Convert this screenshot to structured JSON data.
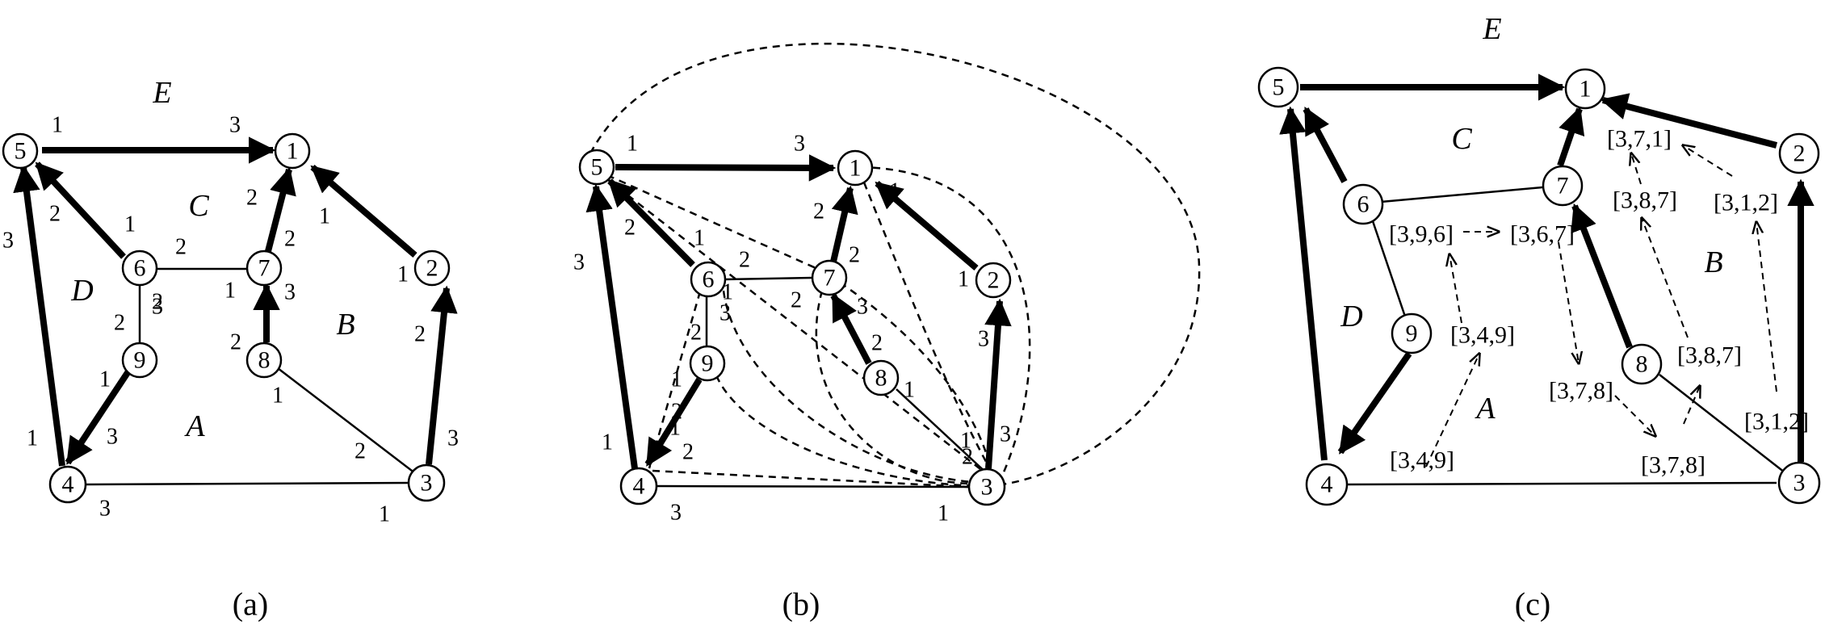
{
  "panels": [
    {
      "id": "a",
      "caption": "(a)",
      "nodes": [
        "5",
        "1",
        "6",
        "7",
        "2",
        "9",
        "8",
        "4",
        "3"
      ],
      "faces": [
        "E",
        "C",
        "D",
        "B",
        "A"
      ],
      "edge_labels": [
        "1",
        "3",
        "2",
        "1",
        "2",
        "2",
        "2",
        "3",
        "1",
        "1",
        "3",
        "2",
        "3",
        "2",
        "1",
        "2",
        "1",
        "1",
        "2",
        "1",
        "3",
        "2",
        "3",
        "3",
        "1"
      ]
    },
    {
      "id": "b",
      "caption": "(b)",
      "nodes": [
        "5",
        "1",
        "6",
        "7",
        "2",
        "9",
        "8",
        "4",
        "3"
      ],
      "edge_labels": [
        "1",
        "3",
        "2",
        "1",
        "2",
        "1",
        "3",
        "2",
        "2",
        "1",
        "2",
        "1",
        "3",
        "2",
        "3",
        "3",
        "1",
        "2",
        "1",
        "2",
        "1",
        "1",
        "2",
        "1",
        "2",
        "3",
        "3",
        "1"
      ]
    },
    {
      "id": "c",
      "caption": "(c)",
      "nodes": [
        "5",
        "1",
        "2",
        "6",
        "7",
        "9",
        "8",
        "4",
        "3"
      ],
      "faces": [
        "E",
        "C",
        "D",
        "B",
        "A"
      ],
      "annotations": [
        "[3,7,1]",
        "[3,8,7]",
        "[3,1,2]",
        "[3,9,6]",
        "[3,6,7]",
        "[3,4,9]",
        "[3,7,8]",
        "[3,8,7]",
        "[3,1,2]",
        "[3,4,9]",
        "[3,7,8]"
      ]
    }
  ]
}
